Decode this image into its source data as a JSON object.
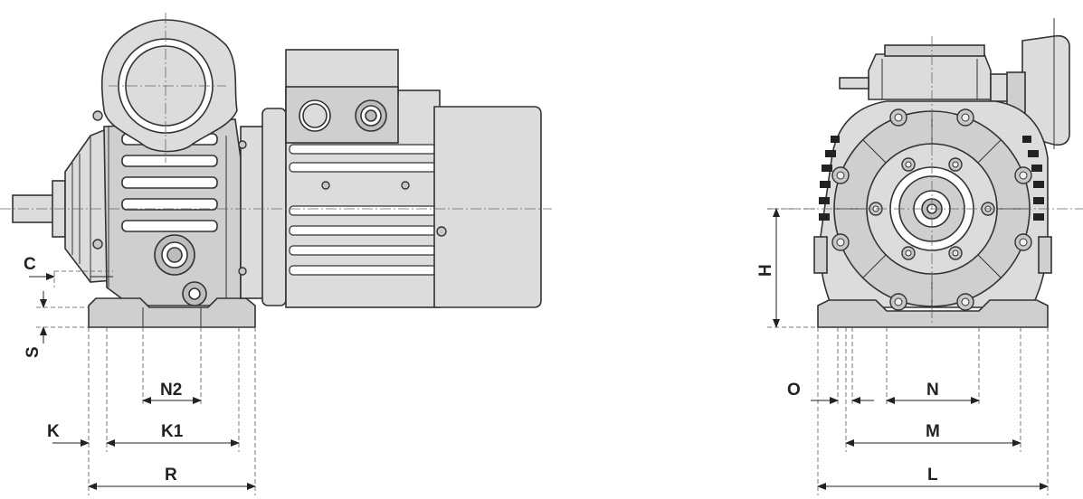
{
  "dimensions": {
    "C": "C",
    "S": "S",
    "N2": "N2",
    "K": "K",
    "K1": "K1",
    "R": "R",
    "H": "H",
    "O": "O",
    "N": "N",
    "M": "M",
    "L": "L"
  }
}
